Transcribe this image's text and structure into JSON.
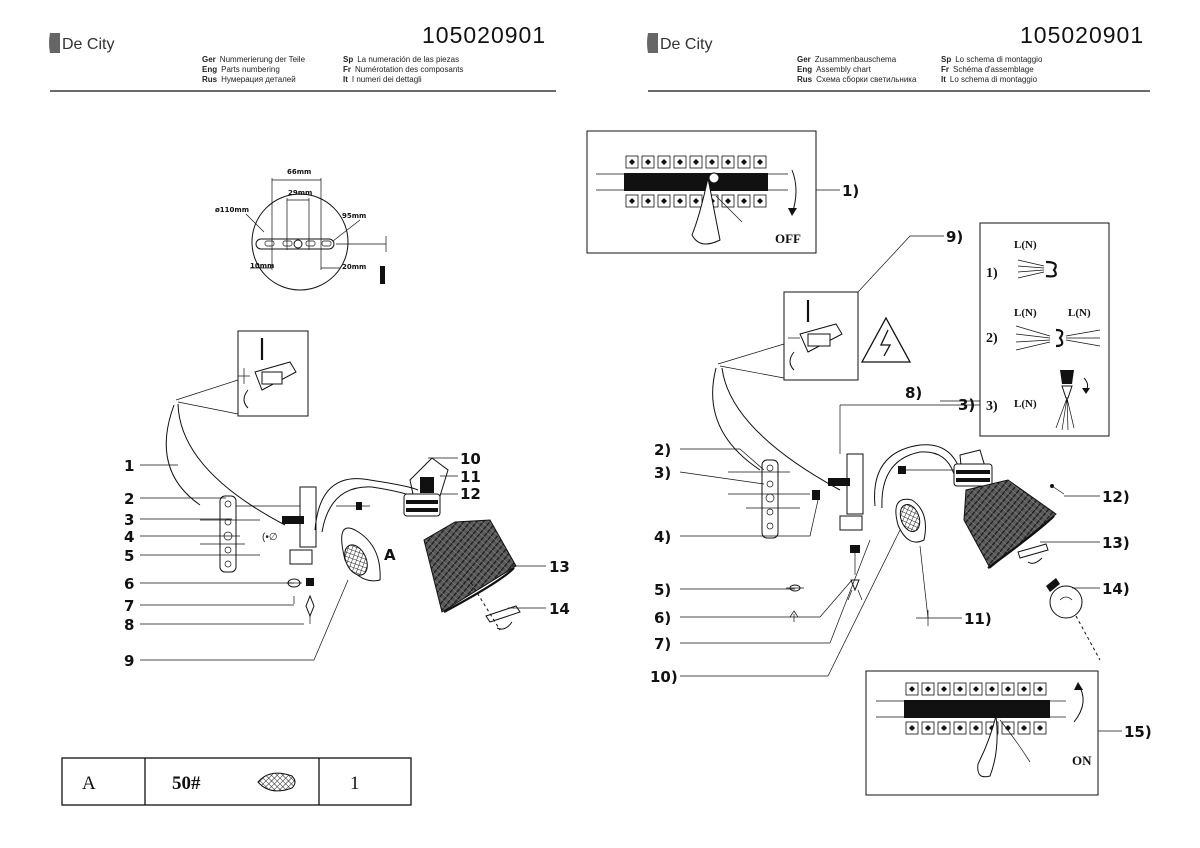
{
  "left_page": {
    "logo": "De City",
    "code": "105020901",
    "header_lines": [
      {
        "lang1": "Ger",
        "text1": "Nummerierung der Teile",
        "lang2": "Sp",
        "text2": "La numeración de las piezas"
      },
      {
        "lang1": "Eng",
        "text1": "Parts numbering",
        "lang2": "Fr",
        "text2": "Numérotation des composants"
      },
      {
        "lang1": "Rus",
        "text1": "Нумерация деталей",
        "lang2": "It",
        "text2": "I numeri dei dettagli"
      }
    ],
    "dimensions": {
      "diameter": "ø110mm",
      "width_outer": "66mm",
      "width_inner": "29mm",
      "slot": "95mm",
      "left_offset": "10mm",
      "right_offset": "20mm"
    },
    "callouts": [
      "1",
      "2",
      "3",
      "4",
      "5",
      "6",
      "7",
      "8",
      "9",
      "10",
      "11",
      "12",
      "13",
      "14"
    ],
    "detail_letter": "A",
    "table": {
      "letter": "A",
      "spec": "50#",
      "qty": "1"
    }
  },
  "right_page": {
    "logo": "De City",
    "code": "105020901",
    "header_lines": [
      {
        "lang1": "Ger",
        "text1": "Zusammenbauschema",
        "lang2": "Sp",
        "text2": "Lo schema di montaggio"
      },
      {
        "lang1": "Eng",
        "text1": "Assembly chart",
        "lang2": "Fr",
        "text2": "Schéma d'assemblage"
      },
      {
        "lang1": "Rus",
        "text1": "Схема сборки светильника",
        "lang2": "It",
        "text2": "Lo schema di montaggio"
      }
    ],
    "steps": [
      "1)",
      "2)",
      "3)",
      "4)",
      "5)",
      "6)",
      "7)",
      "8)",
      "9)",
      "10)",
      "11)",
      "12)",
      "13)",
      "14)",
      "15)"
    ],
    "off_label": "OFF",
    "on_label": "ON",
    "wiring": {
      "label_ln": "L(N)",
      "options": [
        "1)",
        "2)",
        "3)"
      ]
    }
  },
  "icons": [
    "logo-icon",
    "switch-off-icon",
    "switch-on-icon",
    "high-voltage-warning-icon",
    "bulb-icon",
    "crystal-icon",
    "terminal-block-icon"
  ]
}
